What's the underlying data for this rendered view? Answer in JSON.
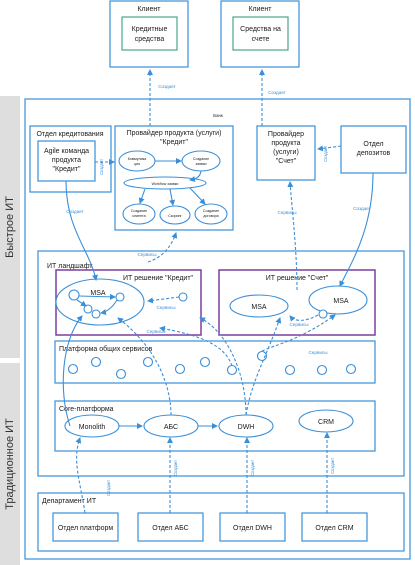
{
  "side_labels": {
    "fast_it": "Быстрое ИТ",
    "traditional_it": "Традиционное ИТ"
  },
  "clients": {
    "client_credit": {
      "title": "Клиент",
      "inner": [
        "Кредитные",
        "средства"
      ]
    },
    "client_account": {
      "title": "Клиент",
      "inner": [
        "Средства на",
        "счете"
      ]
    }
  },
  "bank": {
    "label": "Банк",
    "credit_dept": {
      "title": "Отдел кредитования",
      "agile_team": [
        "Agile команда",
        "продукта",
        "\"Кредит\""
      ]
    },
    "credit_provider": {
      "title": [
        "Провайдер продукта (услуги)",
        "\"Кредит\""
      ],
      "nodes": {
        "communication": [
          "Коммуника",
          "ция"
        ],
        "create_application": [
          "Создание",
          "заявки"
        ],
        "workflow": "Workflow заявки",
        "create_client": [
          "Создание",
          "клиента"
        ],
        "scoring": "Скоринг",
        "create_contract": [
          "Создание",
          "договора"
        ]
      }
    },
    "account_provider": {
      "title": [
        "Провайдер",
        "продукта",
        "(услуги)",
        "\"Счет\""
      ]
    },
    "deposits_dept": {
      "title": [
        "Отдел",
        "депозитов"
      ]
    }
  },
  "it_landscape": {
    "label": "ИТ ландшафт",
    "solution_credit": {
      "title": "ИТ решение \"Кредит\"",
      "msa": "MSA"
    },
    "solution_account": {
      "title": "ИТ решение \"Счет\"",
      "msa_left": "MSA",
      "msa_right": "MSA"
    },
    "shared_platform": {
      "title": "Платформа общих сервисов"
    },
    "core_platform": {
      "title": "Core-платформа",
      "nodes": {
        "monolith": "Monolith",
        "abs": "АБС",
        "dwh": "DWH",
        "crm": "CRM"
      }
    }
  },
  "it_department": {
    "title": "Департамент ИТ",
    "teams": {
      "platforms": "Отдел платформ",
      "abs": "Отдел АБС",
      "dwh": "Отдел DWH",
      "crm": "Отдел CRM"
    }
  },
  "edge_labels": {
    "creates": "Создает",
    "services": "Сервисы"
  },
  "colors": {
    "accent": "#3a8fd9",
    "client_inner": "#4aa58a",
    "it_solution": "#7a3f9d",
    "side_band": "#dedede"
  }
}
